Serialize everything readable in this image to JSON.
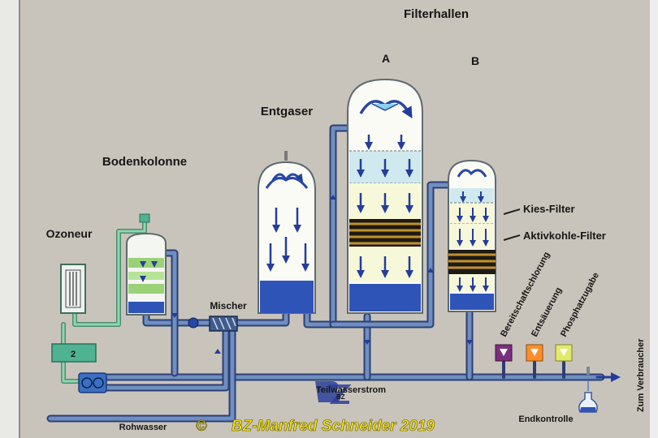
{
  "labels": {
    "filterhallen": "Filterhallen",
    "filter_a": "A",
    "filter_b": "B",
    "entgaser": "Entgaser",
    "bodenkolonne": "Bodenkolonne",
    "ozoneur": "Ozoneur",
    "kies_filter": "Kies-Filter",
    "aktivkohle_filter": "Aktivkohle-Filter",
    "mischer": "Mischer",
    "bereitschaftschlorung": "Bereitschaftschlorung",
    "entsaeuerung": "Entsäuerung",
    "phosphatzugabe": "Phosphatzugabe",
    "zum_verbraucher": "Zum Verbraucher",
    "teilwasserstrom": "Teilwasserstrom",
    "rohwasser": "Rohwasser",
    "endkontrolle": "Endkontrolle",
    "pump_number": "2",
    "watermark": "BZ-Manfred Schneider 2019",
    "copyright_symbol": "©",
    "logo": "BZ"
  },
  "colors": {
    "background": "#c9c4bb",
    "pipe_blue": "#6f8fc0",
    "pipe_outline": "#2c3f73",
    "pipe_green": "#7bc3a0",
    "water": "#2f54b8",
    "arrow": "#243d9c",
    "gravel": "#b38a3a",
    "carbon": "#1e1b14",
    "watermark": "#f2e21a",
    "dosing_chlor": "#7b2f7e",
    "dosing_entsaeuerung": "#ff8d2a",
    "dosing_phosphat": "#e2ea6c"
  }
}
